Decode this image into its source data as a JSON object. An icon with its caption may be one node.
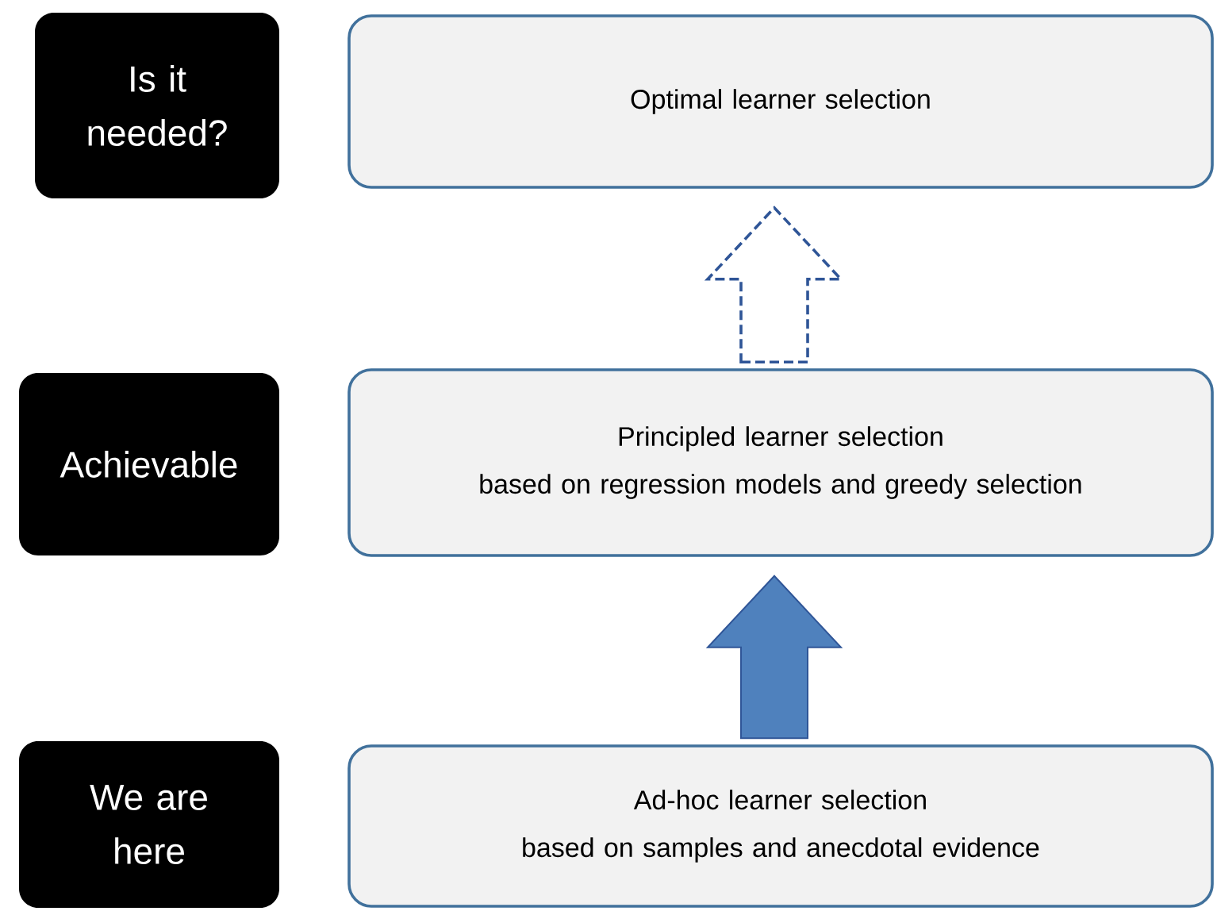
{
  "diagram": {
    "nodes": [
      {
        "text": [
          "Is it needed?"
        ]
      },
      {
        "text": [
          "Optimal learner selection"
        ]
      },
      {
        "text": [
          "Achievable"
        ]
      },
      {
        "text": [
          "Principled learner selection",
          "based on regression models and greedy selection"
        ]
      },
      {
        "text": [
          "We are here"
        ]
      },
      {
        "text": [
          "Ad-hoc learner selection",
          "based on samples and anecdotal evidence"
        ]
      }
    ],
    "edges": [
      {
        "from": 3,
        "to": 1,
        "arrow": "to",
        "style": "dashed"
      },
      {
        "from": 5,
        "to": 3,
        "arrow": "to"
      }
    ]
  }
}
